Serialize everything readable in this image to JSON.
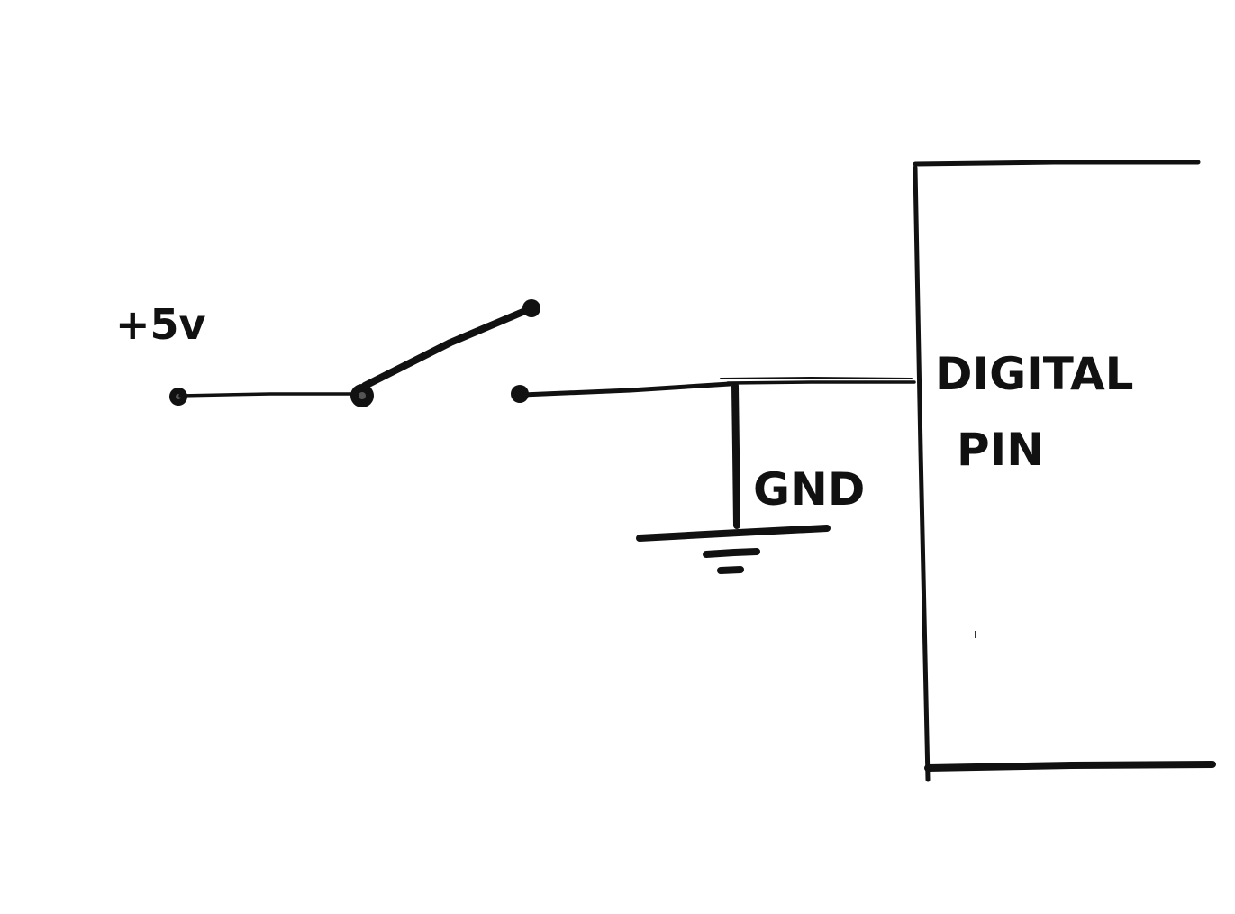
{
  "labels": {
    "supply": "+5v",
    "ground": "GND",
    "pin_line1": "DIGITAL",
    "pin_line2": "PIN"
  },
  "colors": {
    "ink": "#111111",
    "background": "#ffffff"
  }
}
